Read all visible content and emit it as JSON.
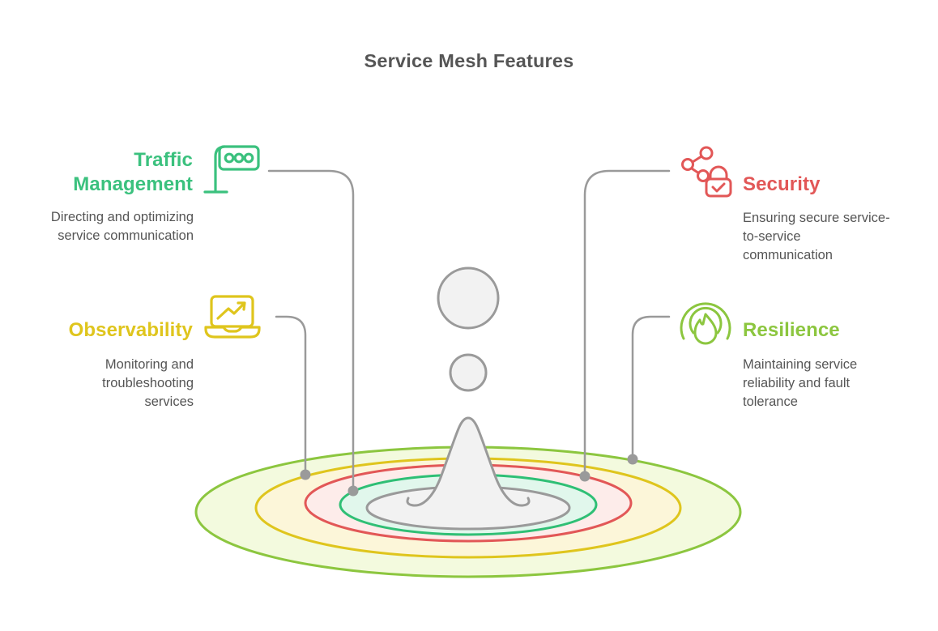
{
  "title": "Service Mesh Features",
  "features": [
    {
      "id": "traffic-management",
      "title_lines": [
        "Traffic",
        "Management"
      ],
      "desc_lines": [
        "Directing and optimizing",
        "service communication"
      ],
      "icon": "traffic-signal-icon",
      "color": "green"
    },
    {
      "id": "observability",
      "title_lines": [
        "Observability"
      ],
      "desc_lines": [
        "Monitoring and",
        "troubleshooting",
        "services"
      ],
      "icon": "laptop-chart-icon",
      "color": "yellow"
    },
    {
      "id": "security",
      "title_lines": [
        "Security"
      ],
      "desc_lines": [
        "Ensuring secure service-",
        "to-service",
        "communication"
      ],
      "icon": "network-lock-icon",
      "color": "red"
    },
    {
      "id": "resilience",
      "title_lines": [
        "Resilience"
      ],
      "desc_lines": [
        "Maintaining service",
        "reliability and fault",
        "tolerance"
      ],
      "icon": "flame-signal-icon",
      "color": "lime"
    }
  ],
  "colors": {
    "green": "#3bc17e",
    "teal_ring": "#2fbf75",
    "yellow": "#dfc51d",
    "red": "#e25757",
    "lime": "#8cc63f",
    "heading": "#555555",
    "body_text": "#555555",
    "connector": "#9a9a9a",
    "ring_fill_lime": "#f3fade",
    "ring_fill_yellow": "#fcf6d9",
    "ring_fill_red": "#fdecea",
    "ring_fill_teal": "#e1f7ec",
    "splash_fill": "#f2f2f2"
  }
}
